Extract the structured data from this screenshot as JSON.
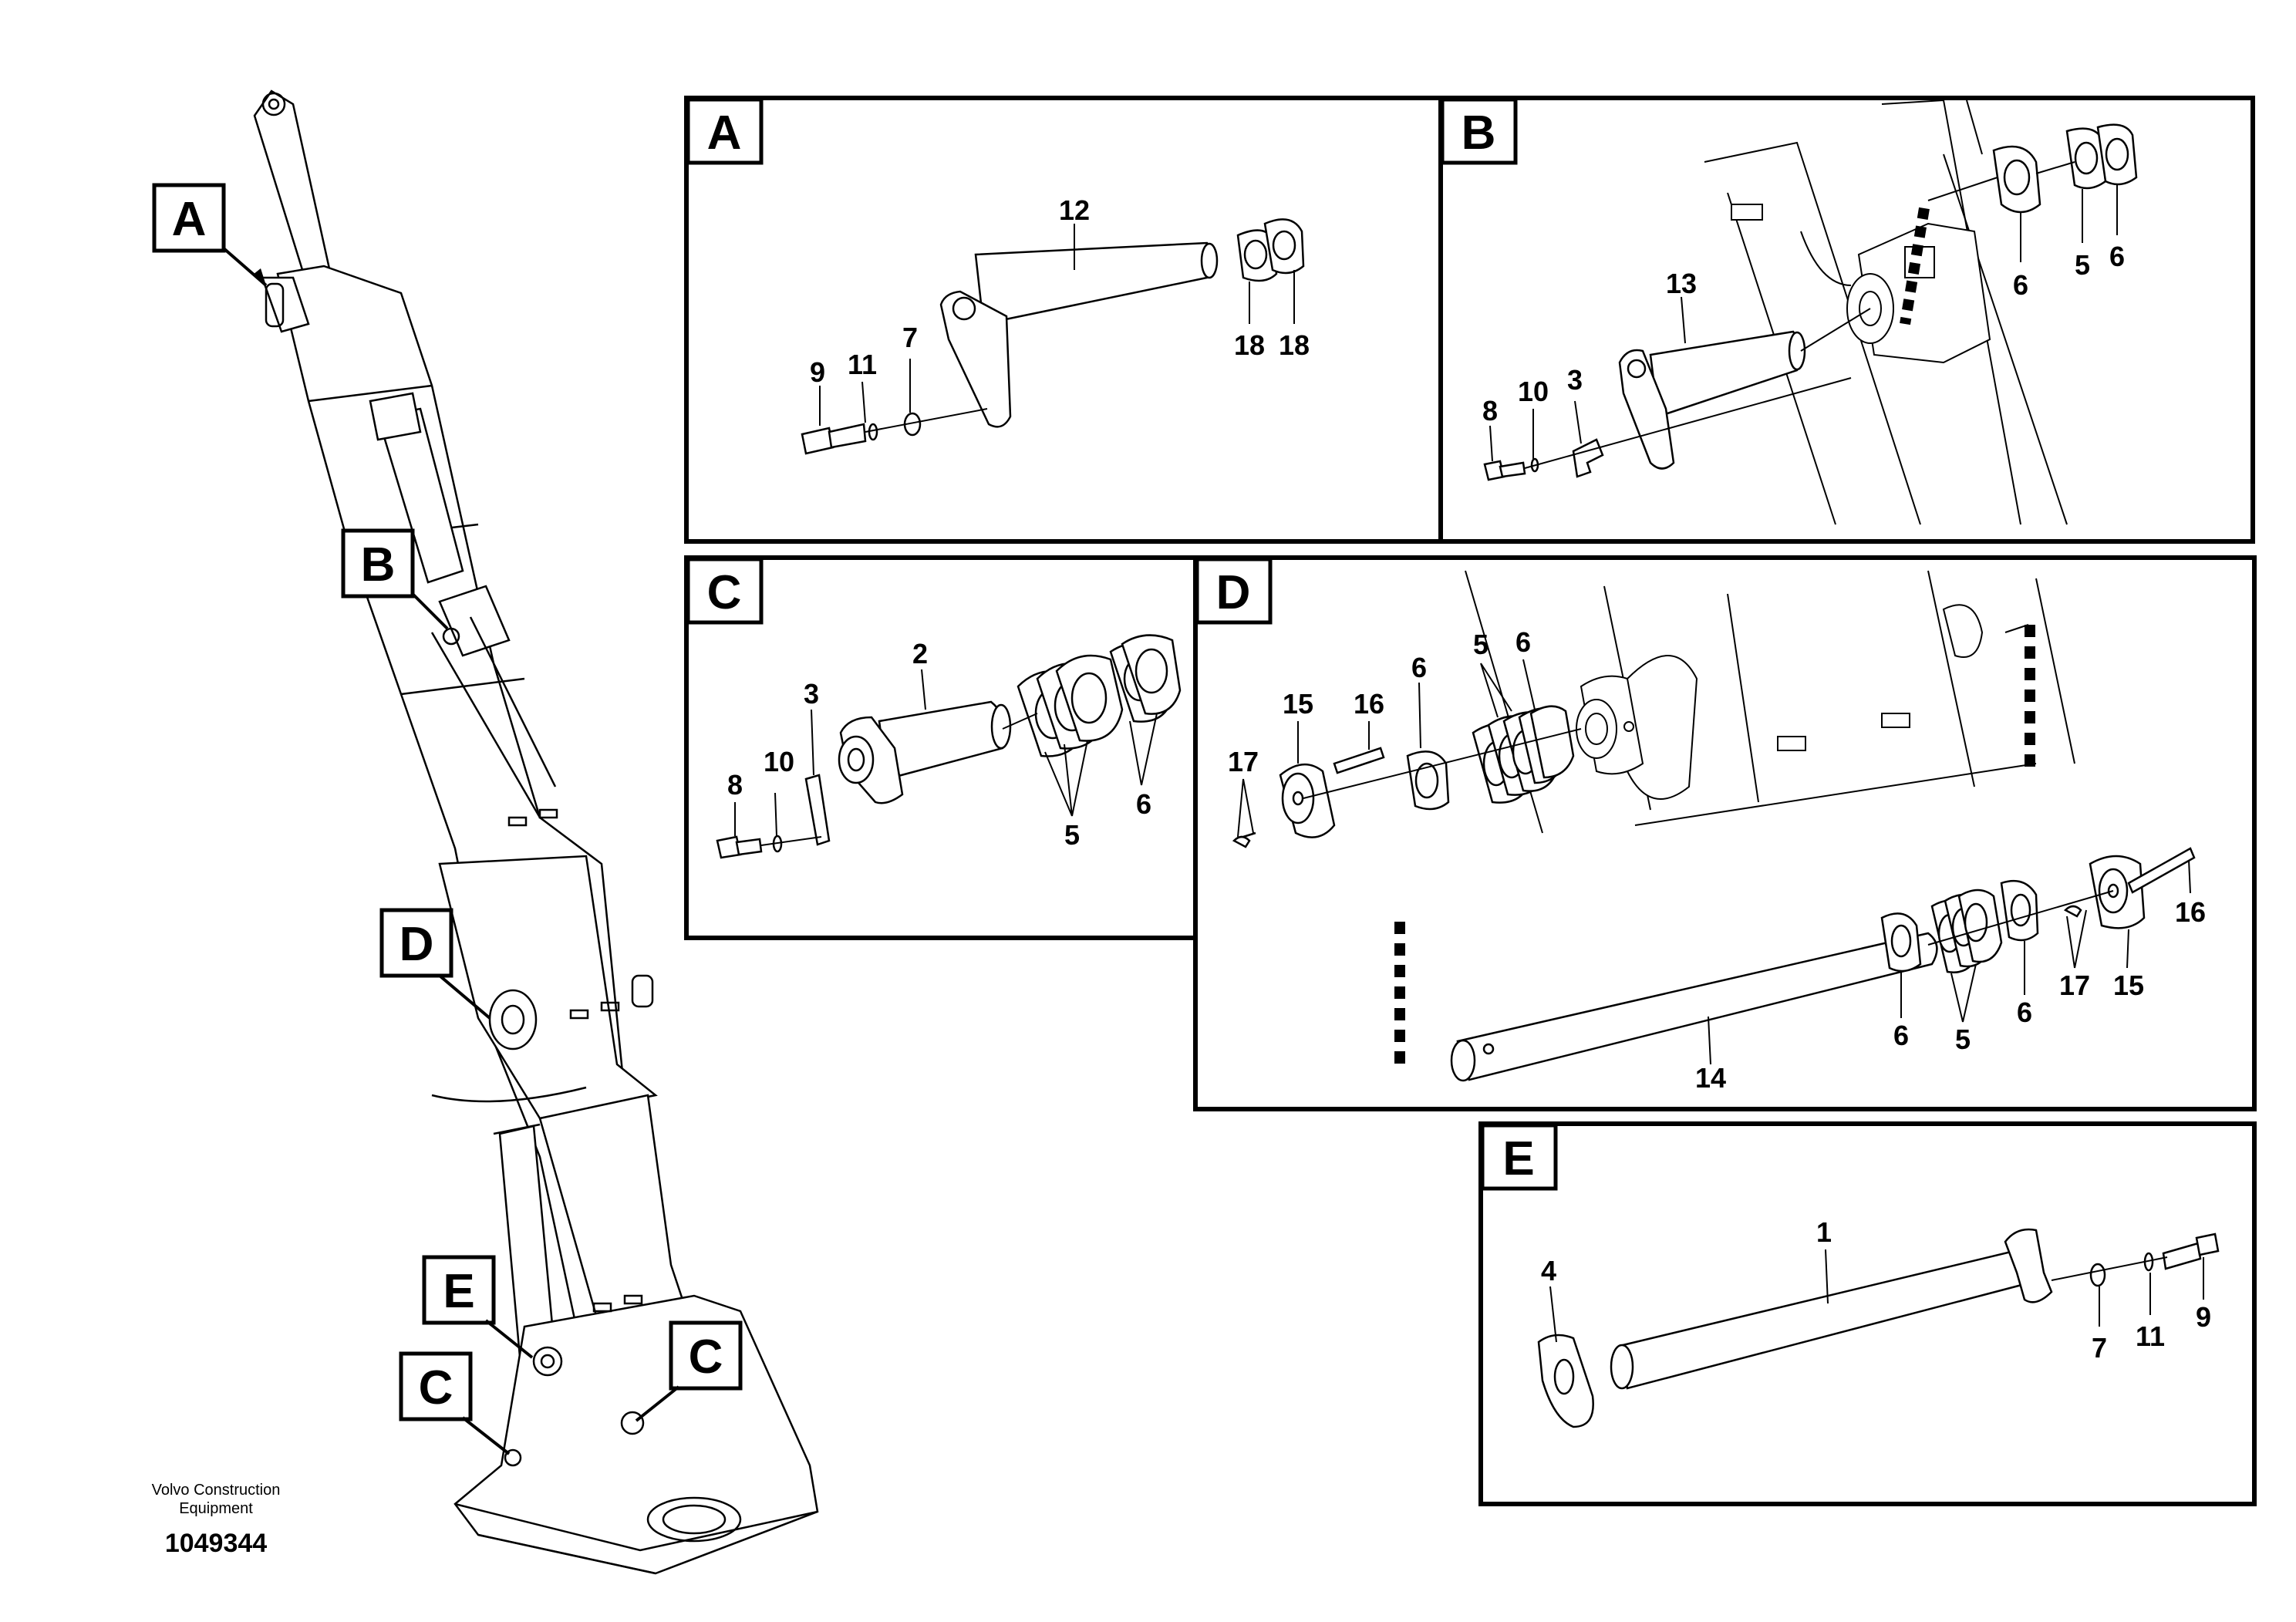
{
  "boxes": {
    "A": "A",
    "B": "B",
    "C": "C",
    "D": "D",
    "E": "E"
  },
  "overview_tags": {
    "A": "A",
    "B": "B",
    "D": "D",
    "E": "E",
    "C_left": "C",
    "C_right": "C"
  },
  "callouts": {
    "A": {
      "pin": "12",
      "washer_a": "18",
      "washer_b": "18",
      "bolt": "9",
      "lock": "11",
      "washer": "7"
    },
    "B": {
      "pin": "13",
      "bolt": "8",
      "lock": "10",
      "plate": "3",
      "shim_6a": "6",
      "shim_5": "5",
      "shim_6b": "6"
    },
    "C": {
      "pin": "2",
      "plate": "3",
      "bolt": "8",
      "lock": "10",
      "shims_5": "5",
      "shims_6": "6"
    },
    "D": {
      "cap_upper": "15",
      "bolt_upper": "16",
      "shim_6_upper": "6",
      "shims_5_upper": "5",
      "shims_6_upper": "6",
      "locks_upper": "17",
      "pin": "14",
      "shim_6_l": "6",
      "shims_5_lower": "5",
      "shim_6_r": "6",
      "locks_lower": "17",
      "cap_lower": "15",
      "bolt_lower": "16"
    },
    "E": {
      "pin": "1",
      "washer_left": "4",
      "washer": "7",
      "lock": "11",
      "bolt": "9"
    }
  },
  "footer": {
    "brand_line1": "Volvo Construction",
    "brand_line2": "Equipment",
    "doc_number": "1049344"
  }
}
